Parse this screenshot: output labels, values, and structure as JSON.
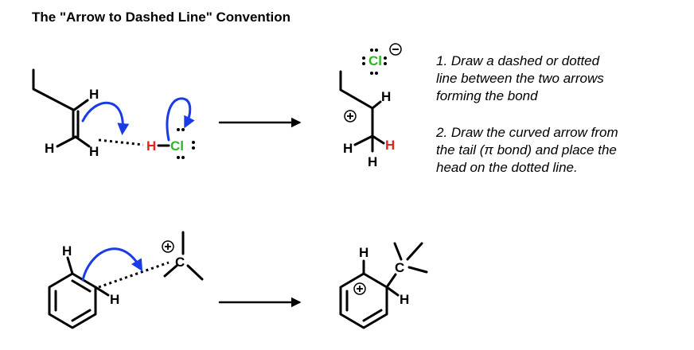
{
  "title": "The \"Arrow to Dashed Line\" Convention",
  "notes": [
    {
      "lines": [
        "1. Draw a dashed or dotted",
        "line between the two arrows",
        "forming the bond"
      ]
    },
    {
      "lines": [
        "2. Draw the curved arrow from",
        "the tail (π bond) and place the",
        "head on the dotted line."
      ]
    }
  ],
  "atoms": {
    "hydrogen": "H",
    "chlorine": "Cl",
    "carbon": "C"
  },
  "colors": {
    "arrow": "#1a3be8",
    "hydrogen_red": "#e8231a",
    "chlorine_green": "#2bb51f",
    "bond": "#000000"
  }
}
